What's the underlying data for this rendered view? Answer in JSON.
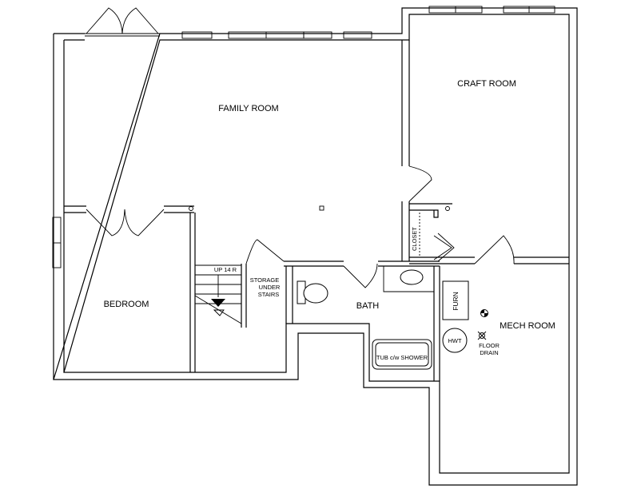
{
  "rooms": {
    "family_room": "FAMILY ROOM",
    "craft_room": "CRAFT ROOM",
    "bedroom": "BEDROOM",
    "bath": "BATH",
    "mech_room": "MECH ROOM",
    "closet": "CLOSET"
  },
  "labels": {
    "storage": [
      "STORAGE",
      "UNDER",
      "STAIRS"
    ],
    "stairs": "UP 14 R",
    "tub": "TUB c/w SHOWER",
    "furnace": "FURN",
    "water_heater": "HWT",
    "floor_drain": [
      "FLOOR",
      "DRAIN"
    ]
  }
}
